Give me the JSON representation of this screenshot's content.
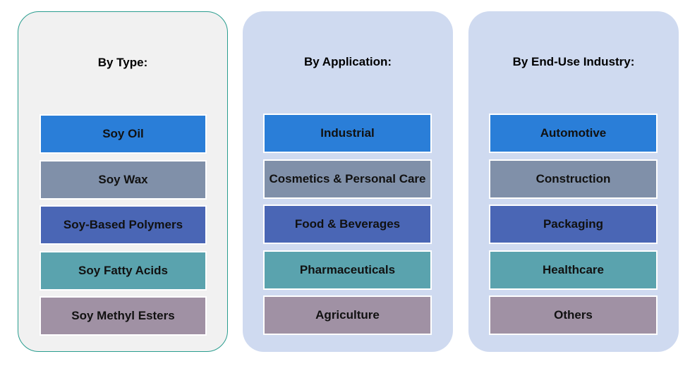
{
  "columns": [
    {
      "title": "By Type:",
      "items": [
        "Soy Oil",
        "Soy Wax",
        "Soy-Based Polymers",
        "Soy Fatty Acids",
        "Soy Methyl Esters"
      ]
    },
    {
      "title": "By Application:",
      "items": [
        "Industrial",
        "Cosmetics & Personal Care",
        "Food & Beverages",
        "Pharmaceuticals",
        "Agriculture"
      ]
    },
    {
      "title": "By End-Use Industry:",
      "items": [
        "Automotive",
        "Construction",
        "Packaging",
        "Healthcare",
        "Others"
      ]
    }
  ],
  "colors": {
    "panel_type_bg": "#f1f1f1",
    "panel_type_border": "#2a9d8f",
    "panel_other_bg": "#cfdaf0",
    "row_colors": [
      "#2a7ed8",
      "#8090a9",
      "#4a66b5",
      "#5aa3ae",
      "#a091a4"
    ]
  }
}
